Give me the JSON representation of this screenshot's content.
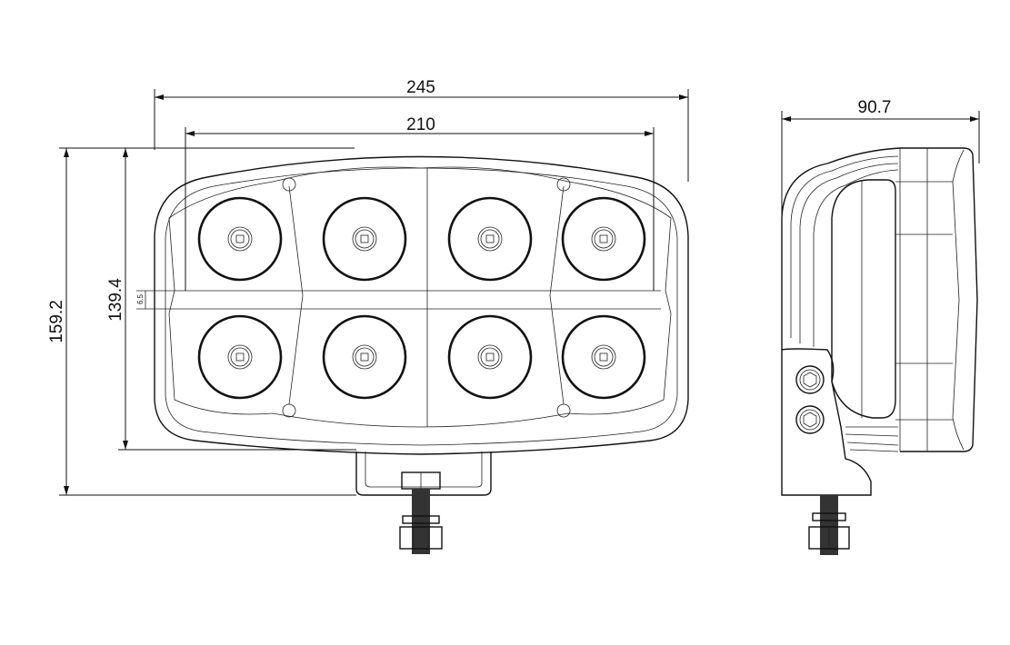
{
  "drawing": {
    "title": "LED work light dimension drawing",
    "dimensions": {
      "overall_width": "245",
      "led_span_width": "210",
      "overall_height": "159.2",
      "housing_height": "139.4",
      "center_band": "6.5",
      "depth": "90.7"
    },
    "led_count": 8
  }
}
